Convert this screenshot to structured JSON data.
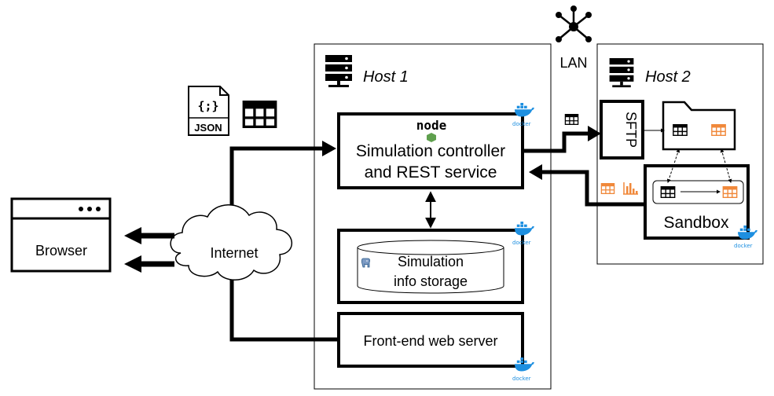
{
  "hosts": {
    "host1": "Host 1",
    "host2": "Host 2"
  },
  "network": {
    "lan": "LAN",
    "internet": "Internet"
  },
  "browser": {
    "label": "Browser"
  },
  "data_formats": {
    "json": "JSON"
  },
  "host1": {
    "node_logo": "node",
    "controller_line1": "Simulation controller",
    "controller_line2": "and REST service",
    "storage_line1": "Simulation",
    "storage_line2": "info storage",
    "frontend": "Front-end web server"
  },
  "host2": {
    "sftp": "SFTP",
    "sandbox": "Sandbox"
  },
  "docker_label": "docker",
  "icons": [
    "server-icon",
    "network-hub-icon",
    "json-file-icon",
    "table-icon",
    "folder-icon",
    "bar-chart-icon",
    "docker-icon",
    "postgresql-icon",
    "cloud-icon",
    "browser-window-icon"
  ],
  "colors": {
    "accent_orange": "#f0883a",
    "docker_blue": "#1d8fe0",
    "line": "#000000"
  }
}
